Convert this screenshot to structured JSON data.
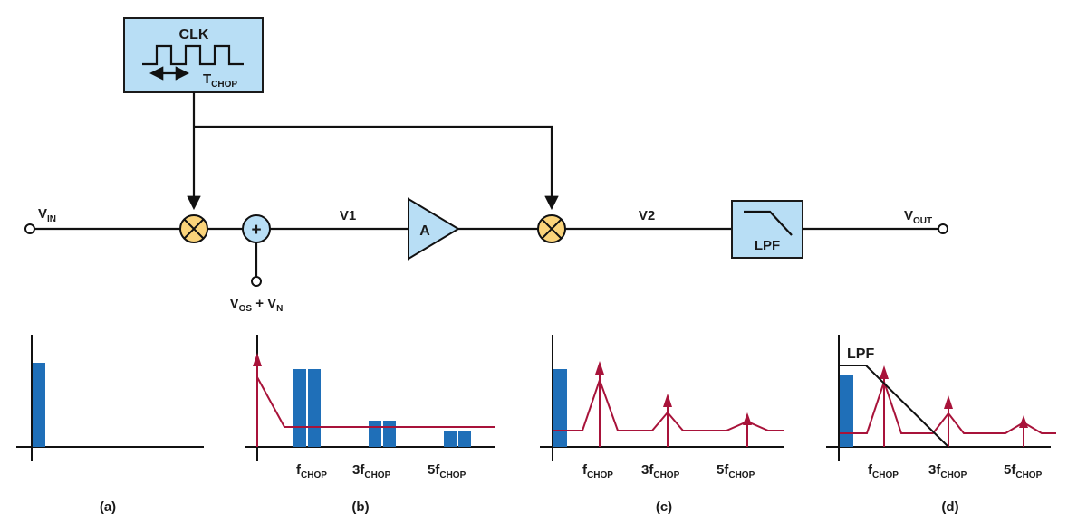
{
  "colors": {
    "block_fill": "#b8def5",
    "mixer_fill": "#fad37a",
    "bar": "#1f6fb8",
    "spectrum_red": "#a8133a",
    "wire": "#111111"
  },
  "clock": {
    "label": "CLK",
    "period_main": "T",
    "period_sub": "CHOP",
    "icon": "square-wave-icon"
  },
  "nodes": {
    "vin_main": "V",
    "vin_sub": "IN",
    "v1": "V1",
    "v2": "V2",
    "vout_main": "V",
    "vout_sub": "OUT",
    "vos_main": "V",
    "vos_sub": "OS",
    "vos_plus": "+",
    "vn_main": "V",
    "vn_sub": "N"
  },
  "blocks": {
    "amplifier": "A",
    "summer": "+",
    "lpf": "LPF",
    "mixer_icon": "multiplier-x-icon",
    "lpf_icon": "lowpass-response-icon"
  },
  "spectra": [
    {
      "caption": "(a)",
      "ticks": []
    },
    {
      "caption": "(b)",
      "ticks": [
        {
          "pre": "",
          "main": "f",
          "sub": "CHOP"
        },
        {
          "pre": "3",
          "main": "f",
          "sub": "CHOP"
        },
        {
          "pre": "5",
          "main": "f",
          "sub": "CHOP"
        }
      ]
    },
    {
      "caption": "(c)",
      "ticks": [
        {
          "pre": "",
          "main": "f",
          "sub": "CHOP"
        },
        {
          "pre": "3",
          "main": "f",
          "sub": "CHOP"
        },
        {
          "pre": "5",
          "main": "f",
          "sub": "CHOP"
        }
      ]
    },
    {
      "caption": "(d)",
      "lpf_label": "LPF",
      "ticks": [
        {
          "pre": "",
          "main": "f",
          "sub": "CHOP"
        },
        {
          "pre": "3",
          "main": "f",
          "sub": "CHOP"
        },
        {
          "pre": "5",
          "main": "f",
          "sub": "CHOP"
        }
      ]
    }
  ]
}
